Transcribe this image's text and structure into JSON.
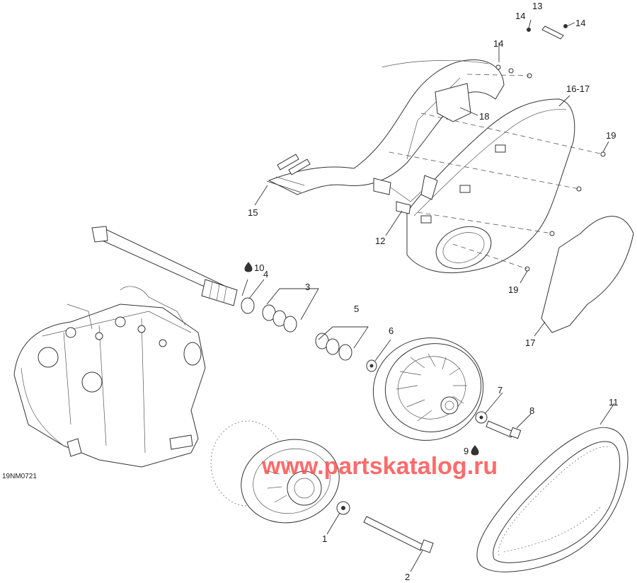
{
  "diagram_code": "19NM0721",
  "watermark": "www.partskatalog.ru",
  "callouts": {
    "c1": "1",
    "c2": "2",
    "c3": "3",
    "c4": "4",
    "c5": "5",
    "c6": "6",
    "c7": "7",
    "c8": "8",
    "c9": "9",
    "c10": "10",
    "c11": "11",
    "c12": "12",
    "c13": "13",
    "c14a": "14",
    "c14b": "14",
    "c14c": "14",
    "c15": "15",
    "c16_17": "16-17",
    "c17": "17",
    "c18": "18",
    "c19a": "19",
    "c19b": "19"
  },
  "icons": {
    "drop_10": "oil-drop-icon",
    "drop_9": "oil-drop-icon"
  }
}
